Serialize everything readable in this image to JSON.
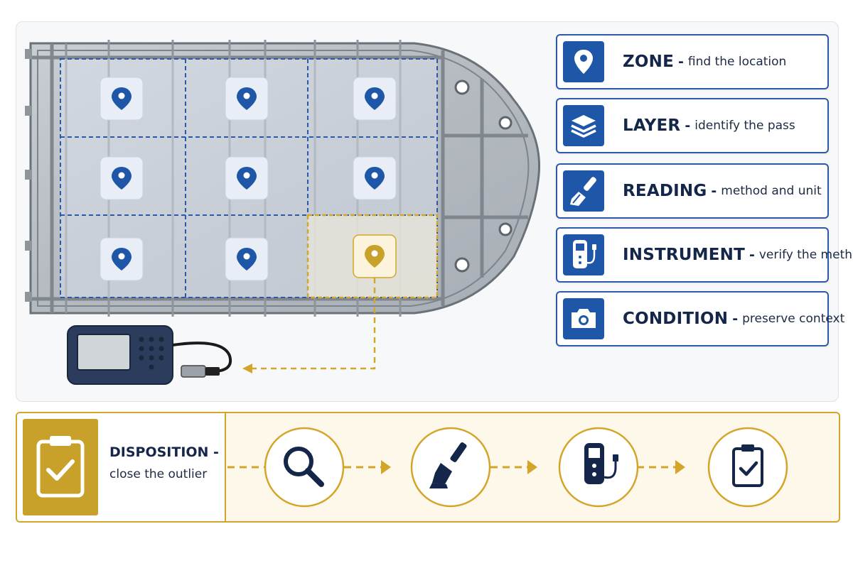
{
  "steps": [
    {
      "title": "ZONE",
      "separator": "-",
      "desc": "find the location",
      "icon": "location-pin-icon"
    },
    {
      "title": "LAYER",
      "separator": "-",
      "desc": "identify the pass",
      "icon": "layers-icon"
    },
    {
      "title": "READING",
      "separator": "-",
      "desc": "method and unit",
      "icon": "paintbrush-icon"
    },
    {
      "title": "INSTRUMENT",
      "separator": "-",
      "desc": "verify the method",
      "icon": "gauge-instrument-icon"
    },
    {
      "title": "CONDITION",
      "separator": "-",
      "desc": "preserve context",
      "icon": "camera-icon"
    }
  ],
  "disposition": {
    "title": "DISPOSITION -",
    "desc": "close the outlier",
    "icon": "clipboard-check-icon"
  },
  "flow_icons": [
    "magnifier-icon",
    "paintbrush-icon",
    "gauge-instrument-icon",
    "clipboard-check-icon"
  ],
  "grid": {
    "rows": 3,
    "cols": 3,
    "highlighted_cell": {
      "row": 3,
      "col": 3
    }
  },
  "colors": {
    "accent_blue": "#1f57a8",
    "card_border": "#2c5aa8",
    "accent_gold": "#d3a52a",
    "text_dark": "#14264a"
  }
}
